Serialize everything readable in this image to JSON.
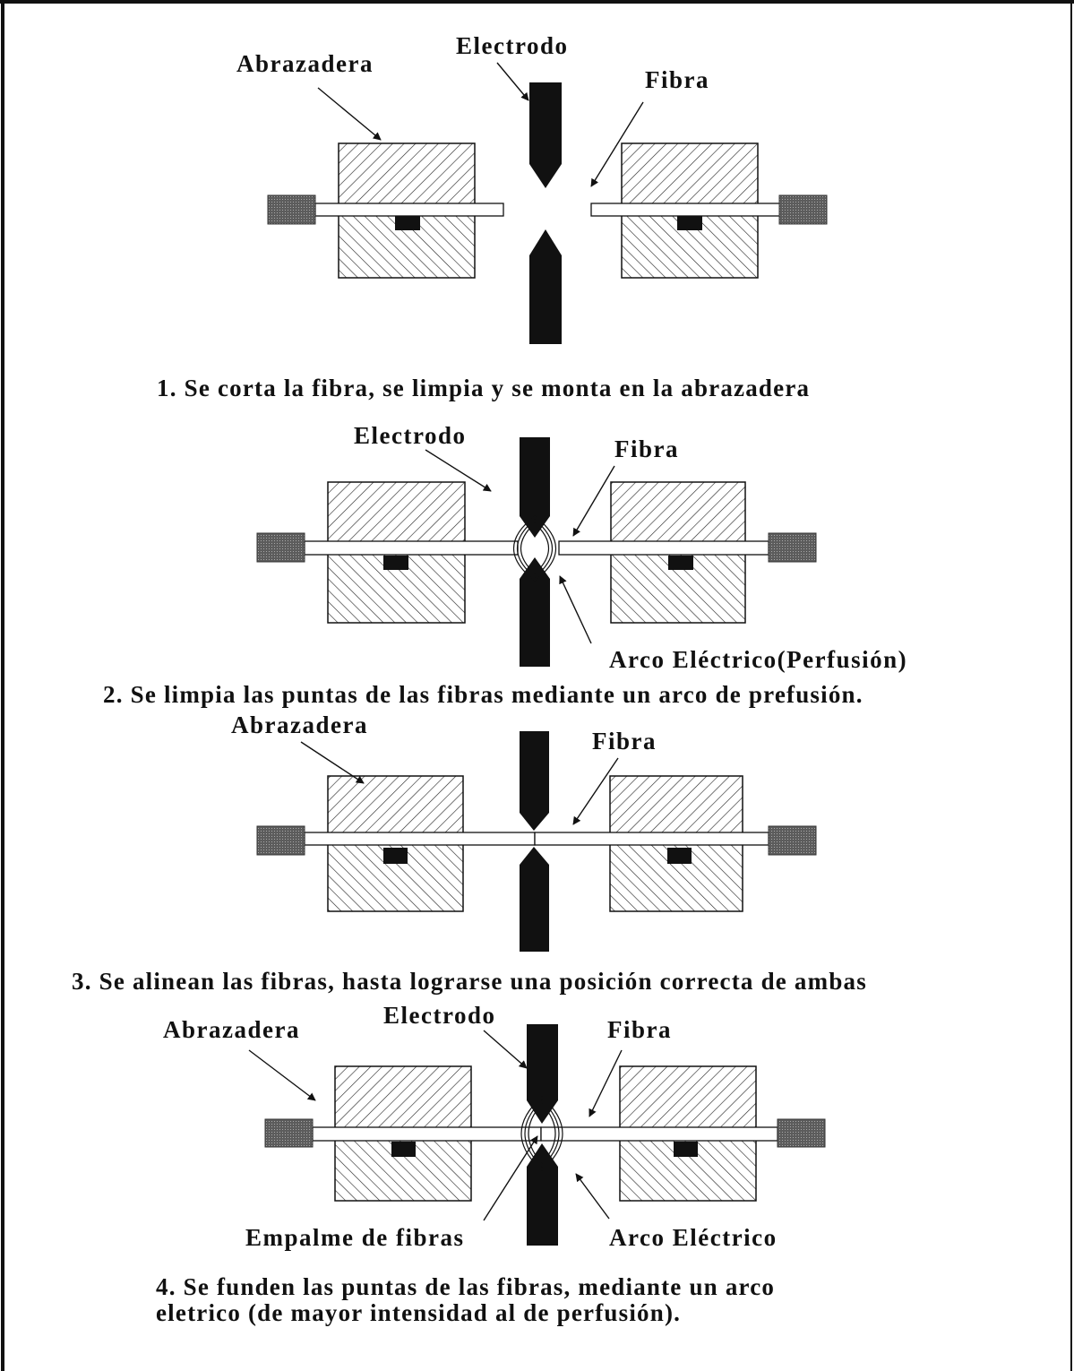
{
  "colors": {
    "ink": "#111111",
    "paper": "#ffffff",
    "hatch": "#222222",
    "weight": "#6e6e6e"
  },
  "steps": [
    {
      "labels": {
        "clamp": "Abrazadera",
        "electrode": "Electrodo",
        "fiber": "Fibra"
      },
      "caption": "1. Se corta la fibra, se limpia y se monta en la abrazadera"
    },
    {
      "labels": {
        "electrode": "Electrodo",
        "fiber": "Fibra",
        "arc": "Arco Eléctrico(Perfusión)"
      },
      "caption": "2. Se limpia las puntas de las fibras mediante un arco de prefusión."
    },
    {
      "labels": {
        "clamp": "Abrazadera",
        "fiber": "Fibra"
      },
      "caption": "3. Se alinean las fibras, hasta lograrse una posición correcta de ambas"
    },
    {
      "labels": {
        "clamp": "Abrazadera",
        "electrode": "Electrodo",
        "fiber": "Fibra",
        "splice": "Empalme de fibras",
        "arc": "Arco Eléctrico"
      },
      "caption_line1": "4. Se funden las puntas de las fibras, mediante un arco",
      "caption_line2": "eletrico (de mayor intensidad al de perfusión)."
    }
  ]
}
